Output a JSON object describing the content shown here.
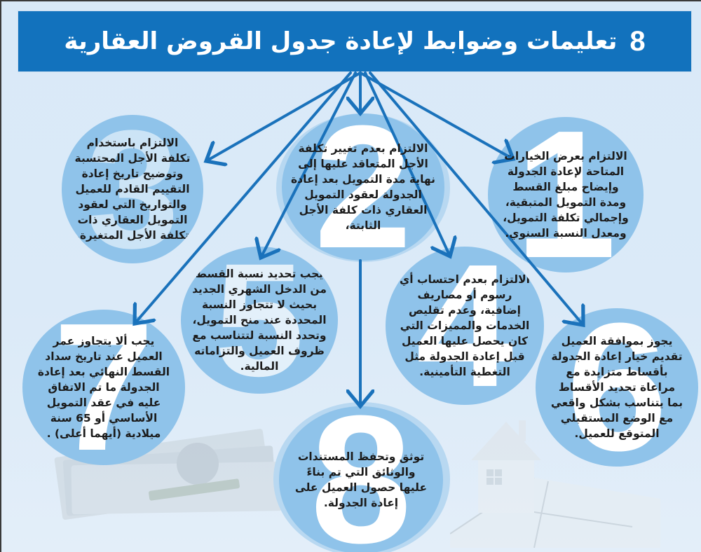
{
  "header": {
    "number": "8",
    "title": "تعليمات وضوابط لإعادة جدول القروض  العقارية"
  },
  "colors": {
    "title_bg": "#1272bd",
    "arrow": "#1a72bb",
    "circle": "#8fc3ea",
    "background": "#d9e9f8",
    "text": "#1b1b1b"
  },
  "nodes": [
    {
      "number": "1",
      "text": "الالتزام بعرض الخيارات المتاحة لإعادة الجدولة وإيضاح مبلغ القسط ومدة التمويل المتبقية، وإجمالي تكلفة التمويل، ومعدل النسبة السنوي."
    },
    {
      "number": "2",
      "text": "الالتزام بعدم تغيير تكلفة الأجل المتعاقد عليها إلى نهاية مدة التمويل بعد إعادة الجدولة لعقود التمويل العقاري ذات كلفة الأجل الثابتة،"
    },
    {
      "number": "3",
      "text": "الالتزام باستخدام تكلفة الأجل المحتسبة وتوضيح تاريخ إعادة التقييم القادم للعميل والتواريخ التي لعقود التمويل العقاري ذات تكلفة الأجل المتغيرة."
    },
    {
      "number": "4",
      "text": "الالتزام بعدم احتساب أي رسوم أو مصاريف إضافية، وعدم تقليص الخدمات والمميزات التي كان يحصل عليها العميل قبل إعادة الجدولة مثل التغطية التأمينية."
    },
    {
      "number": "5",
      "text": "يجب تحديد نسبة القسط من الدخل الشهري الجديد بحيث لا تتجاوز النسبة المحددة عند منح التمويل، وتحدد النسبة لتتناسب مع ظروف العميل والتزاماته المالية."
    },
    {
      "number": "6",
      "text": "يجوز بموافقة العميل تقديم خيار إعادة الجدولة بأقساط متزايدة مع مراعاة تحديد الأقساط بما يتناسب بشكل واقعي مع الوضع المستقبلي المتوقع للعميل."
    },
    {
      "number": "7",
      "text": "يجب ألا يتجاوز عمر العميل عند تاريخ سداد القسط النهائي بعد إعادة الجدولة ما تم الاتفاق عليه في عقد التمويل الأساسي أو 65 سنة ميلادية (أيهما أعلى) ."
    },
    {
      "number": "8",
      "text": "توثق وتحفظ المستندات والوثائق التي تم بناءً عليها حصول العميل على إعادة الجدولة."
    }
  ],
  "background_images": {
    "left": "saudi-riyal-banknotes",
    "right": "house-on-puzzle"
  }
}
